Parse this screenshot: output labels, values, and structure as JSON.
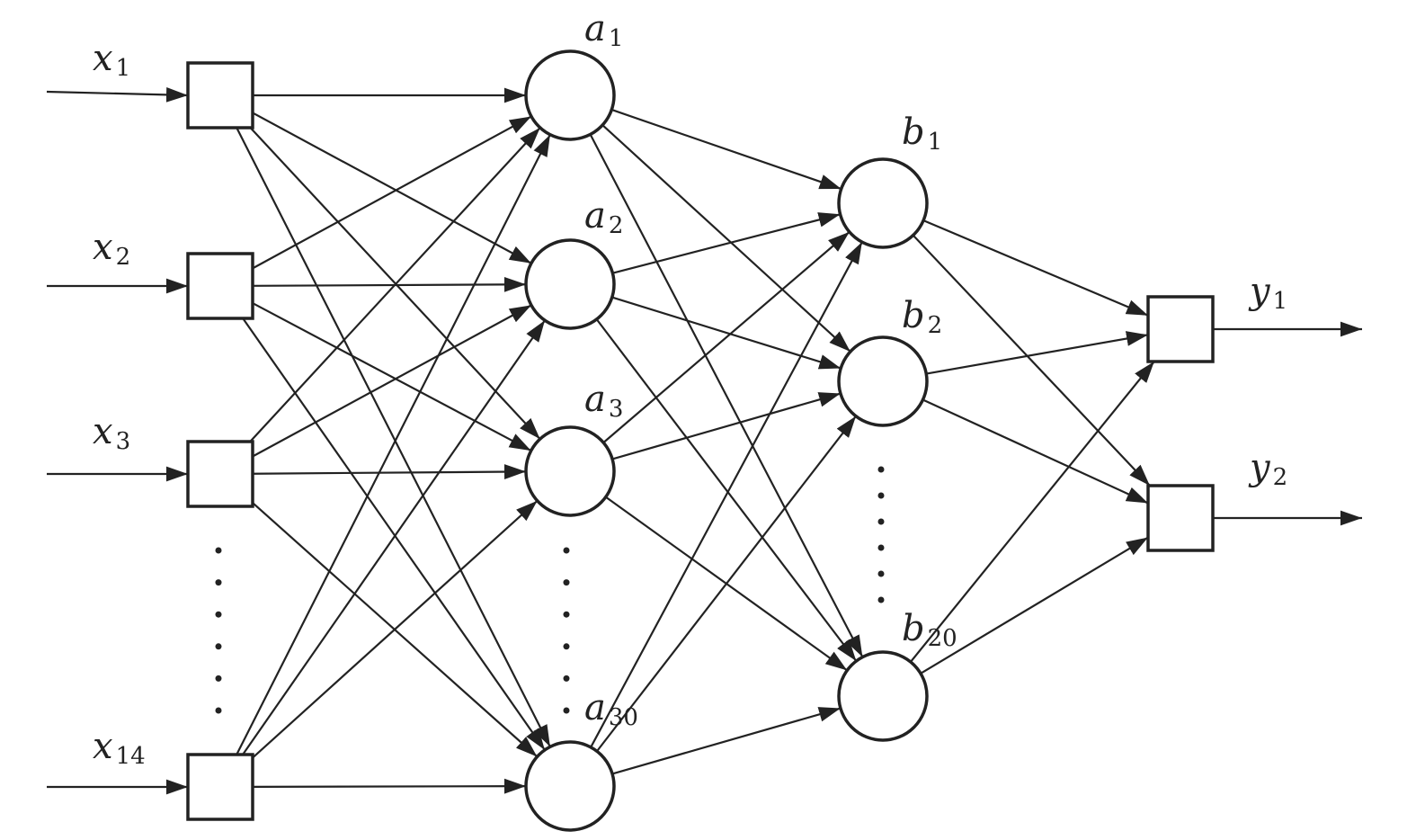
{
  "diagram": {
    "input_labels": [
      {
        "letter": "x",
        "sub": "1"
      },
      {
        "letter": "x",
        "sub": "2"
      },
      {
        "letter": "x",
        "sub": "3"
      },
      {
        "letter": "x",
        "sub": "14"
      }
    ],
    "hidden1_labels": [
      {
        "letter": "a",
        "sub": "1"
      },
      {
        "letter": "a",
        "sub": "2"
      },
      {
        "letter": "a",
        "sub": "3"
      },
      {
        "letter": "a",
        "sub": "30"
      }
    ],
    "hidden2_labels": [
      {
        "letter": "b",
        "sub": "1"
      },
      {
        "letter": "b",
        "sub": "2"
      },
      {
        "letter": "b",
        "sub": "20"
      }
    ],
    "output_labels": [
      {
        "letter": "y",
        "sub": "1"
      },
      {
        "letter": "y",
        "sub": "2"
      }
    ],
    "line_color": "#222222",
    "background": "#ffffff"
  }
}
